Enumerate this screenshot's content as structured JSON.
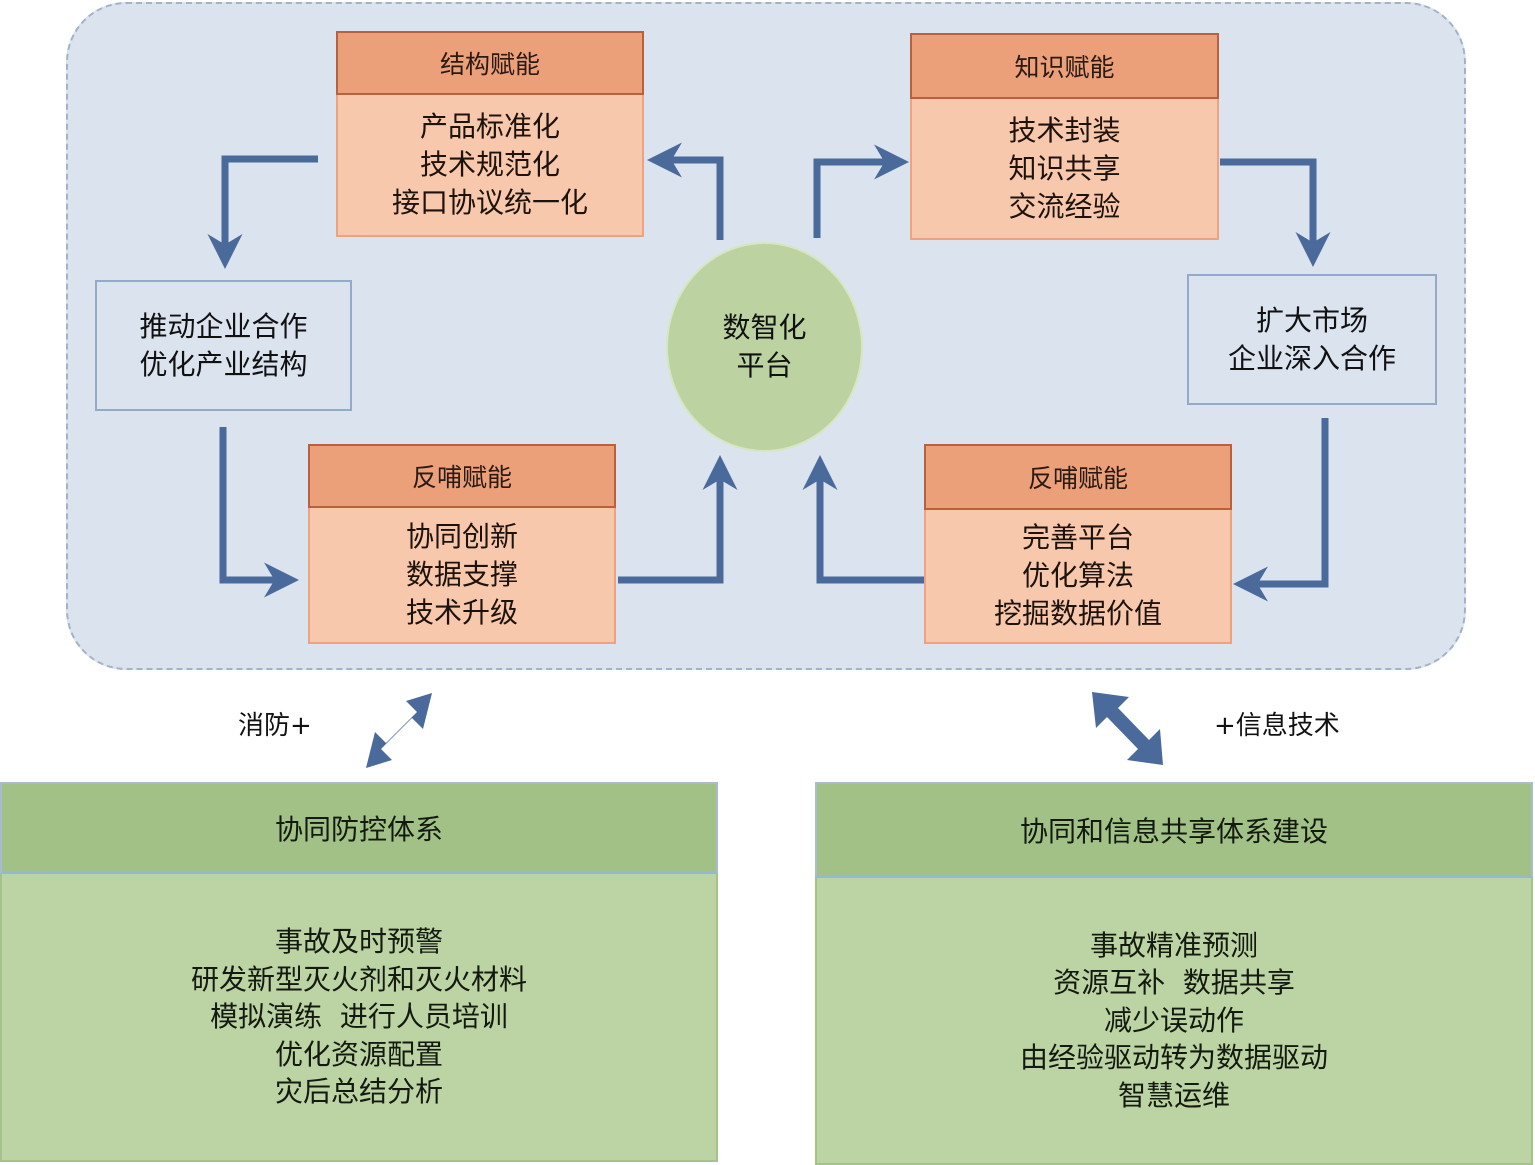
{
  "diagram": {
    "center": {
      "lines": [
        "数智化",
        "平台"
      ]
    },
    "structure_card": {
      "title": "结构赋能",
      "lines": [
        "产品标准化",
        "技术规范化",
        "接口协议统一化"
      ]
    },
    "knowledge_card": {
      "title": "知识赋能",
      "lines": [
        "技术封装",
        "知识共享",
        "交流经验"
      ]
    },
    "feedback_left_card": {
      "title": "反哺赋能",
      "lines": [
        "协同创新",
        "数据支撑",
        "技术升级"
      ]
    },
    "feedback_right_card": {
      "title": "反哺赋能",
      "lines": [
        "完善平台",
        "优化算法",
        "挖掘数据价值"
      ]
    },
    "left_outcome": {
      "lines": [
        "推动企业合作",
        "优化产业结构"
      ]
    },
    "right_outcome": {
      "lines": [
        "扩大市场",
        "企业深入合作"
      ]
    },
    "left_link_label": "消防+",
    "right_link_label": "+信息技术",
    "left_system": {
      "title": "协同防控体系",
      "lines": [
        "事故及时预警",
        "研发新型灭火剂和灭火材料",
        "模拟演练  进行人员培训",
        "优化资源配置",
        "灾后总结分析"
      ]
    },
    "right_system": {
      "title": "协同和信息共享体系建设",
      "lines": [
        "事故精准预测",
        "资源互补  数据共享",
        "减少误动作",
        "由经验驱动转为数据驱动",
        "智慧运维"
      ]
    },
    "colors": {
      "arrow": "#4a6a9c",
      "card_header": "#eba07a",
      "card_body": "#f8c8ad",
      "platform_bg": "#dbe3ee",
      "circle": "#bcd3a1",
      "green_header": "#a1c186",
      "green_body": "#bcd3a3"
    }
  }
}
